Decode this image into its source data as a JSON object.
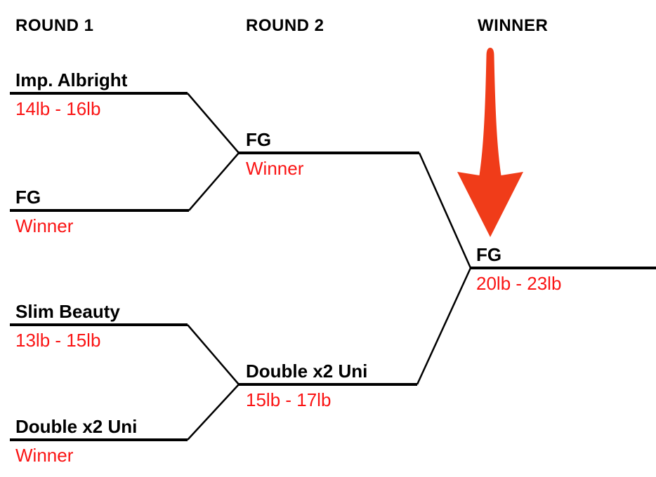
{
  "colors": {
    "line": "#000000",
    "name_text": "#000000",
    "value_text": "#fa1414",
    "arrow": "#f03c19"
  },
  "headers": {
    "round1": "ROUND 1",
    "round2": "ROUND 2",
    "winner": "WINNER"
  },
  "rounds": {
    "round1": [
      {
        "name": "Imp. Albright",
        "value": "14lb - 16lb"
      },
      {
        "name": "FG",
        "value": "Winner"
      },
      {
        "name": "Slim Beauty",
        "value": "13lb - 15lb"
      },
      {
        "name": "Double x2 Uni",
        "value": "Winner"
      }
    ],
    "round2": [
      {
        "name": "FG",
        "value": "Winner"
      },
      {
        "name": "Double x2 Uni",
        "value": "15lb - 17lb"
      }
    ],
    "winner": {
      "name": "FG",
      "value": "20lb - 23lb"
    }
  },
  "icons": {
    "winner_arrow": "down-arrow"
  }
}
